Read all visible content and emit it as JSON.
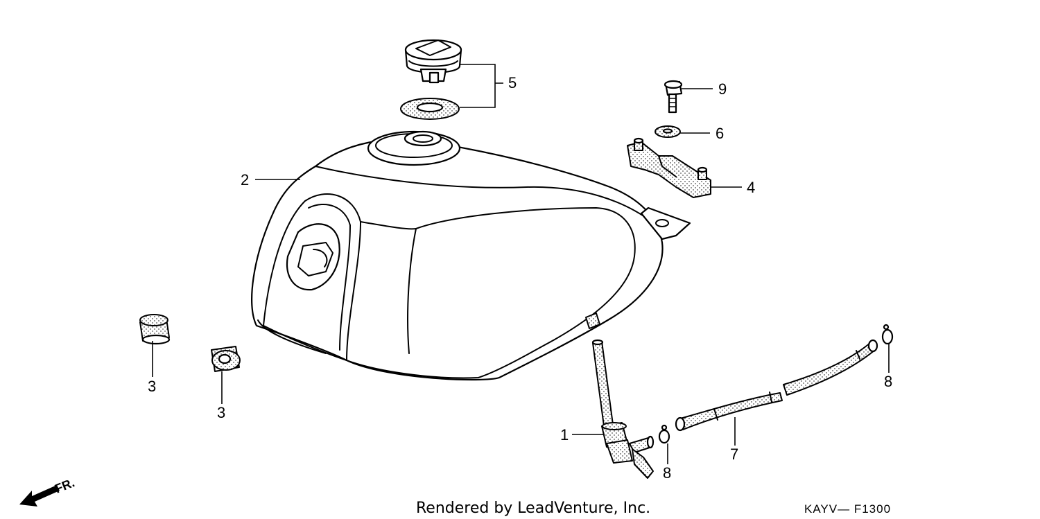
{
  "callouts": [
    {
      "number": "1"
    },
    {
      "number": "2"
    },
    {
      "number": "3"
    },
    {
      "number": "3"
    },
    {
      "number": "4"
    },
    {
      "number": "5"
    },
    {
      "number": "6"
    },
    {
      "number": "7"
    },
    {
      "number": "8"
    },
    {
      "number": "8"
    },
    {
      "number": "9"
    }
  ],
  "direction_label": "FR.",
  "footer": {
    "credit": "Rendered by LeadVenture, Inc.",
    "code": "KAYV— F1300"
  }
}
